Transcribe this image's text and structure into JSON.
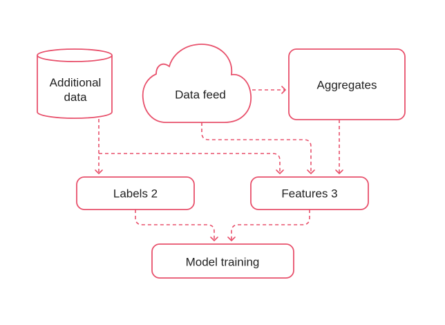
{
  "colors": {
    "stroke": "#e8506b",
    "text": "#1f1f1f",
    "background": "#ffffff"
  },
  "nodes": {
    "additional_data": {
      "label": "Additional\ndata",
      "shape": "cylinder"
    },
    "data_feed": {
      "label": "Data feed",
      "shape": "cloud"
    },
    "aggregates": {
      "label": "Aggregates",
      "shape": "rounded-rect"
    },
    "labels": {
      "label": "Labels 2",
      "shape": "rounded-rect"
    },
    "features": {
      "label": "Features 3",
      "shape": "rounded-rect"
    },
    "model_training": {
      "label": "Model training",
      "shape": "rounded-rect"
    }
  },
  "edges": [
    {
      "from": "additional_data",
      "to": "labels",
      "style": "dashed"
    },
    {
      "from": "additional_data",
      "to": "features",
      "style": "dashed"
    },
    {
      "from": "data_feed",
      "to": "aggregates",
      "style": "dashed"
    },
    {
      "from": "data_feed",
      "to": "features",
      "style": "dashed"
    },
    {
      "from": "aggregates",
      "to": "features",
      "style": "dashed"
    },
    {
      "from": "labels",
      "to": "model_training",
      "style": "dashed"
    },
    {
      "from": "features",
      "to": "model_training",
      "style": "dashed"
    }
  ]
}
